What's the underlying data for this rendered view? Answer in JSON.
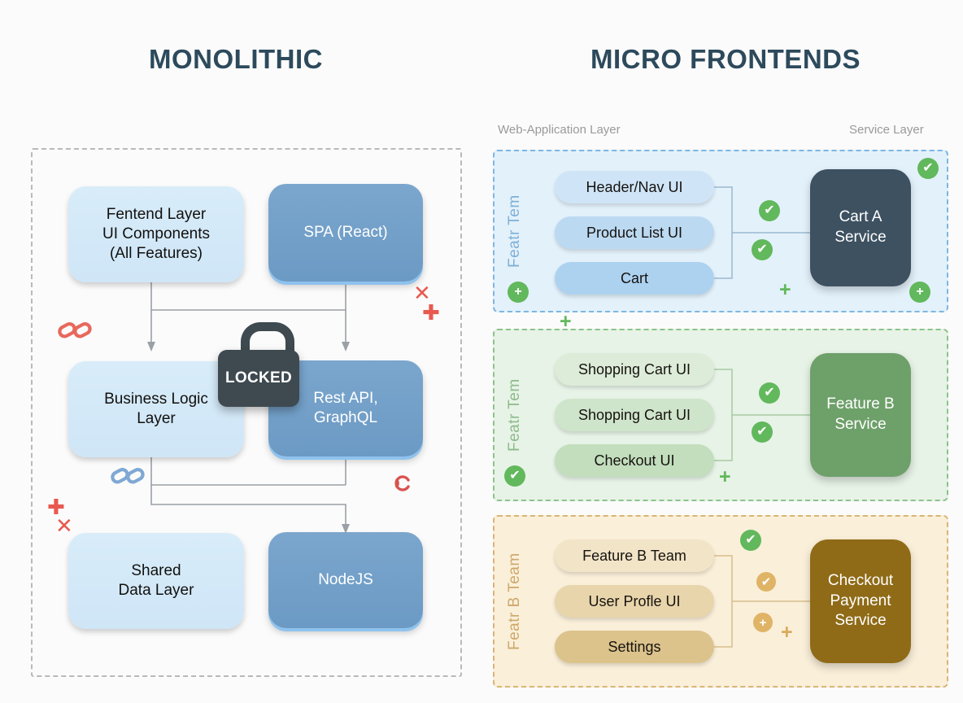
{
  "titles": {
    "monolithic": "MONOLITHIC",
    "micro": "MICRO FRONTENDS"
  },
  "layer_labels": {
    "web": "Web-Application Layer",
    "service": "Service Layer"
  },
  "monolith": {
    "boxes": [
      {
        "label": "Fentend Layer\nUI Components\n(All Features)",
        "style": "light"
      },
      {
        "label": "SPA (React)",
        "style": "dark"
      },
      {
        "label": "Business Logic\nLayer",
        "style": "light"
      },
      {
        "label": "Rest API,\nGraphQL",
        "style": "dark"
      },
      {
        "label": "Shared\nData Layer",
        "style": "light"
      },
      {
        "label": "NodeJS",
        "style": "dark"
      }
    ],
    "lock_label": "LOCKED",
    "marks": {
      "x_top": "✕",
      "plus_top": "✚",
      "plus_bottom": "✚",
      "x_bottom": "✕"
    },
    "icons": {
      "chain_red": "broken-link-icon",
      "chain_blue": "link-icon",
      "refresh_red": "refresh-icon",
      "lock": "padlock-icon"
    },
    "colors": {
      "light_box": "#cfe6f7",
      "dark_box": "#6b9ac4",
      "frame_border": "#b9b9b9",
      "mark_red": "#e8594f",
      "lock": "#3e4a50"
    }
  },
  "micro_panels": [
    {
      "id": "blue",
      "team_label": "Featr Tem",
      "pills": [
        "Header/Nav UI",
        "Product List UI",
        "Cart"
      ],
      "service": "Cart A\nService",
      "colors": {
        "background": "#e3f1fb",
        "border": "#7fb6e0",
        "service": "#3d5161",
        "label": "#7fb0d6"
      },
      "badges": [
        {
          "name": "check-badge-top-right",
          "glyph": "✔",
          "color": "green"
        },
        {
          "name": "check-badge-upper",
          "glyph": "✔",
          "color": "green"
        },
        {
          "name": "check-badge-lower",
          "glyph": "✔",
          "color": "green"
        },
        {
          "name": "plus-badge-bottom-left",
          "glyph": "+",
          "color": "green"
        },
        {
          "name": "plus-badge-bottom-right",
          "glyph": "+",
          "color": "green"
        },
        {
          "name": "plus-mark-center",
          "glyph": "+",
          "color": "green"
        }
      ]
    },
    {
      "id": "green",
      "team_label": "Featr Tem",
      "pills": [
        "Shopping Cart UI",
        "Shopping Cart UI",
        "Checkout UI"
      ],
      "service": "Feature B\nService",
      "colors": {
        "background": "#e7f3e7",
        "border": "#8ec28c",
        "service": "#6ea06a",
        "label": "#8dbb8b"
      },
      "badges": [
        {
          "name": "check-badge-upper",
          "glyph": "✔",
          "color": "green"
        },
        {
          "name": "check-badge-lower",
          "glyph": "✔",
          "color": "green"
        },
        {
          "name": "check-badge-bottom-left",
          "glyph": "✔",
          "color": "green"
        },
        {
          "name": "plus-mark-bottom",
          "glyph": "+",
          "color": "green"
        }
      ]
    },
    {
      "id": "orange",
      "team_label": "Featr B Team",
      "pills": [
        "Feature B Team",
        "User Profle UI",
        "Settings"
      ],
      "service": "Checkout\nPayment\nService",
      "colors": {
        "background": "#faefd9",
        "border": "#d9b578",
        "service": "#8f6b17",
        "label": "#cda86b"
      },
      "badges": [
        {
          "name": "check-badge-top",
          "glyph": "✔",
          "color": "green"
        },
        {
          "name": "check-badge-middle",
          "glyph": "✔",
          "color": "tan"
        },
        {
          "name": "plus-badge-lower",
          "glyph": "+",
          "color": "tan"
        },
        {
          "name": "plus-mark-bottom",
          "glyph": "+",
          "color": "tan"
        }
      ]
    }
  ],
  "interpanel_plus": "+"
}
